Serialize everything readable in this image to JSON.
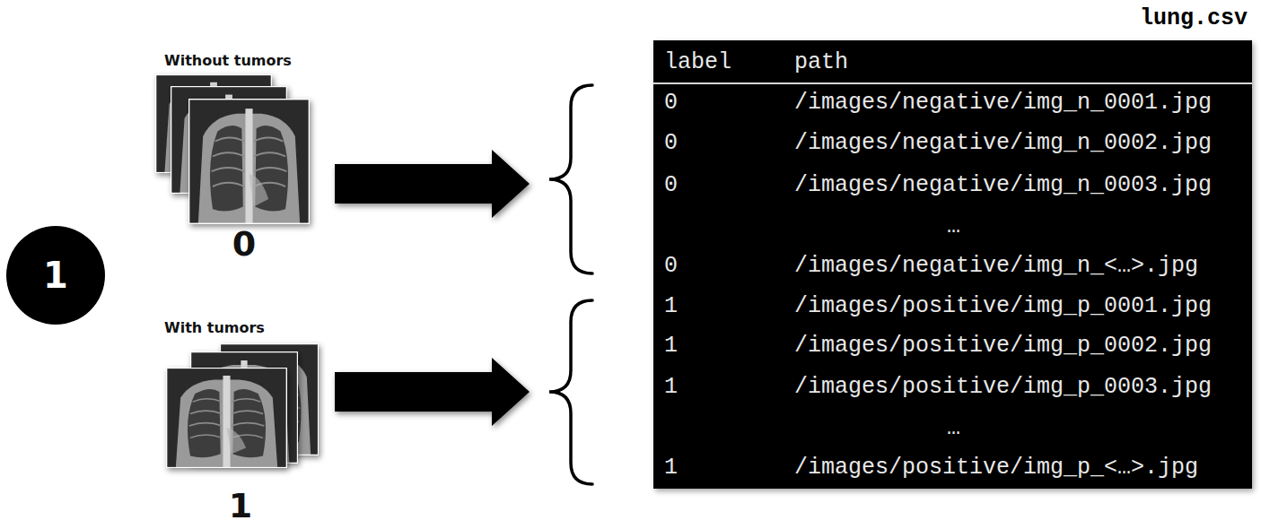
{
  "diagram": {
    "nodes": [
      {
        "text": [
          "1"
        ]
      },
      {
        "text": [
          "Without tumors",
          "0"
        ]
      },
      {
        "text": [
          "With tumors",
          "1"
        ]
      },
      {
        "text": [
          "lung.csv"
        ]
      }
    ],
    "edges": [
      {
        "from": 1,
        "to": 3,
        "arrow": "to"
      },
      {
        "from": 2,
        "to": 3,
        "arrow": "to"
      }
    ],
    "labels": [
      "label",
      "path",
      "0",
      "/images/negative/img_n_0001.jpg",
      "0",
      "/images/negative/img_n_0002.jpg",
      "0",
      "/images/negative/img_n_0003.jpg",
      "…",
      "0",
      "/images/negative/img_n_<…>.jpg",
      "1",
      "/images/positive/img_p_0001.jpg",
      "1",
      "/images/positive/img_p_0002.jpg",
      "1",
      "/images/positive/img_p_0003.jpg",
      "…",
      "1",
      "/images/positive/img_p_<…>.jpg"
    ]
  }
}
